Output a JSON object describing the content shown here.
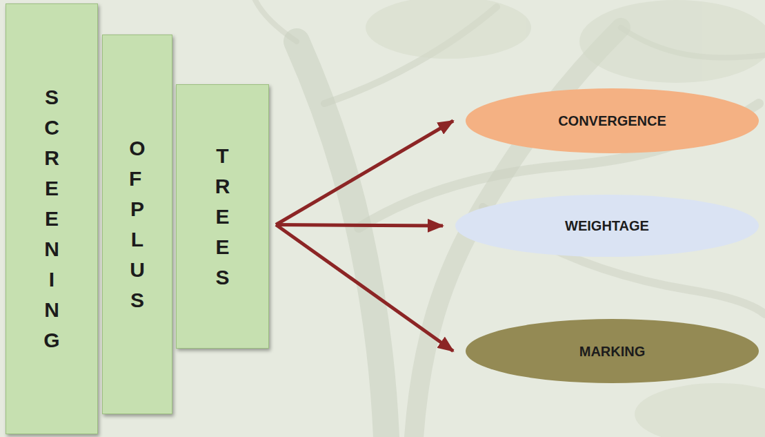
{
  "diagram": {
    "nodes": [
      {
        "text": [
          "SCREENING"
        ]
      },
      {
        "text": [
          "OF PLUS"
        ]
      },
      {
        "text": [
          "TREES"
        ]
      },
      {
        "text": [
          "CONVERGENCE"
        ]
      },
      {
        "text": [
          "WEIGHTAGE"
        ]
      },
      {
        "text": [
          "MARKING"
        ]
      }
    ],
    "edges": [
      {
        "from": 2,
        "to": 3,
        "arrow": "to"
      },
      {
        "from": 2,
        "to": 4,
        "arrow": "to"
      },
      {
        "from": 2,
        "to": 5,
        "arrow": "to"
      }
    ]
  }
}
